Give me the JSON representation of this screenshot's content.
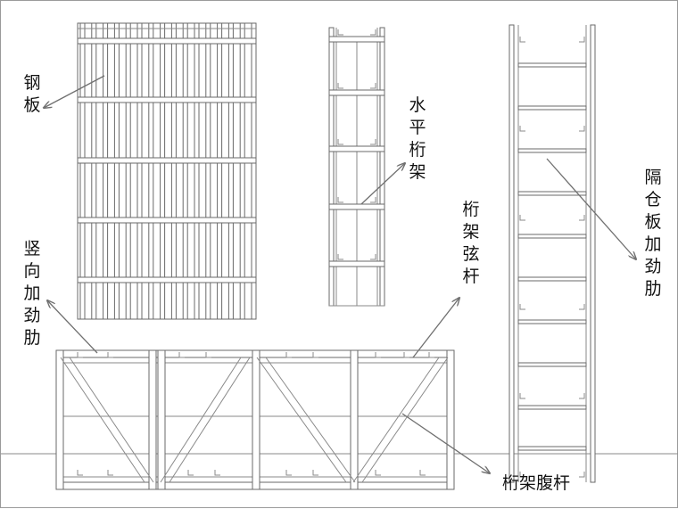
{
  "labels": {
    "steel_plate": "钢板",
    "horizontal_truss": "水平桁架",
    "truss_chord": "桁架弦杆",
    "vertical_stiffener": "竖向加劲肋",
    "bulkhead_stiffener": "隔仓板加劲肋",
    "truss_web_member": "桁架腹杆"
  },
  "colors": {
    "line": "#6a6a6a",
    "arrow": "#707070",
    "background": "#ffffff"
  }
}
